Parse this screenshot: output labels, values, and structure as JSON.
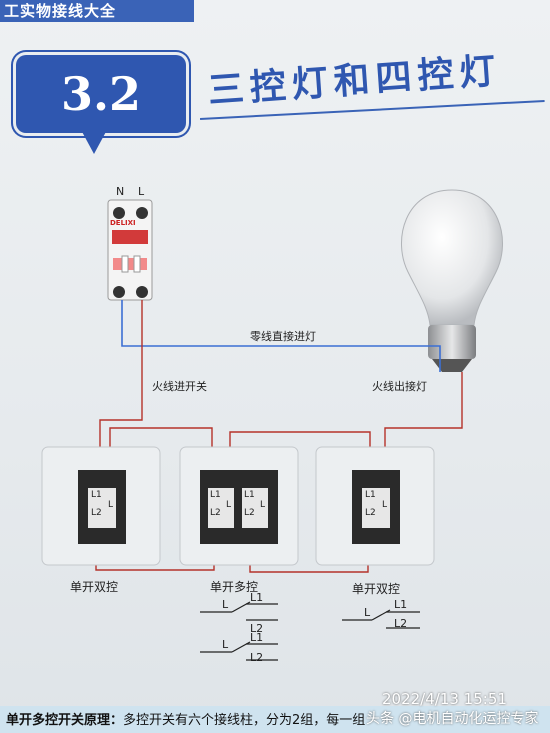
{
  "header": {
    "book_title": "工实物接线大全"
  },
  "section": {
    "number": "3.2",
    "title": "三控灯和四控灯"
  },
  "breaker": {
    "terminal_n": "N",
    "terminal_l": "L",
    "brand": "DELIXI"
  },
  "wires": {
    "neutral_label": "零线直接进灯",
    "live_in_label": "火线进开关",
    "live_out_label": "火线出接灯"
  },
  "switches": {
    "left_label": "单开双控",
    "middle_label": "单开多控",
    "right_label": "单开双控",
    "terminal_l1": "L1",
    "terminal_l2": "L2",
    "terminal_l": "L"
  },
  "schematics": {
    "l": "L",
    "l1": "L1",
    "l2": "L2"
  },
  "footer_note": {
    "heading": "单开多控开关原理：",
    "text": "多控开关有六个接线柱，分为2组，每一组"
  },
  "watermark": {
    "timestamp": "2022/4/13  15:51",
    "author": "头条 @电机自动化运控专家"
  }
}
